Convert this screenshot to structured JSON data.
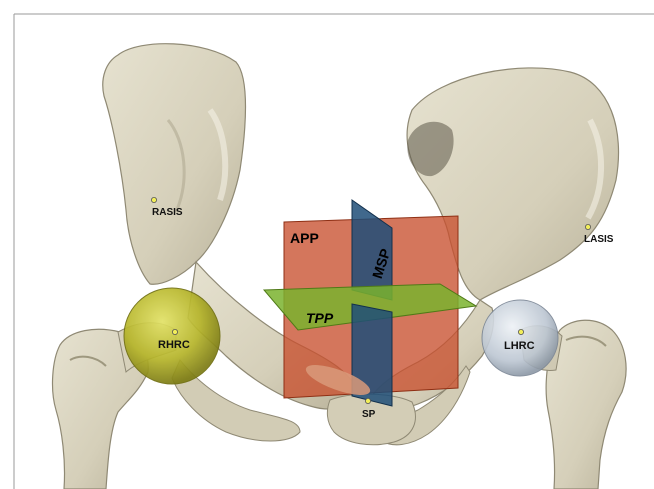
{
  "figure": {
    "colors": {
      "bone": "#d9d4c0",
      "bone_shadow": "#a9a38d",
      "app_plane": "#c8502e",
      "msp_plane": "#1f4e78",
      "tpp_plane": "#7ab32e",
      "right_head_sphere": "#b8b828",
      "left_head_sphere": "#bcc6d2",
      "landmark_dot": "#f2ee5a"
    },
    "planes": {
      "app": "APP",
      "msp": "MSP",
      "tpp": "TPP"
    },
    "landmarks": {
      "rasis": "RASIS",
      "lasis": "LASIS",
      "rhrc": "RHRC",
      "lhrc": "LHRC",
      "sp": "SP"
    }
  }
}
